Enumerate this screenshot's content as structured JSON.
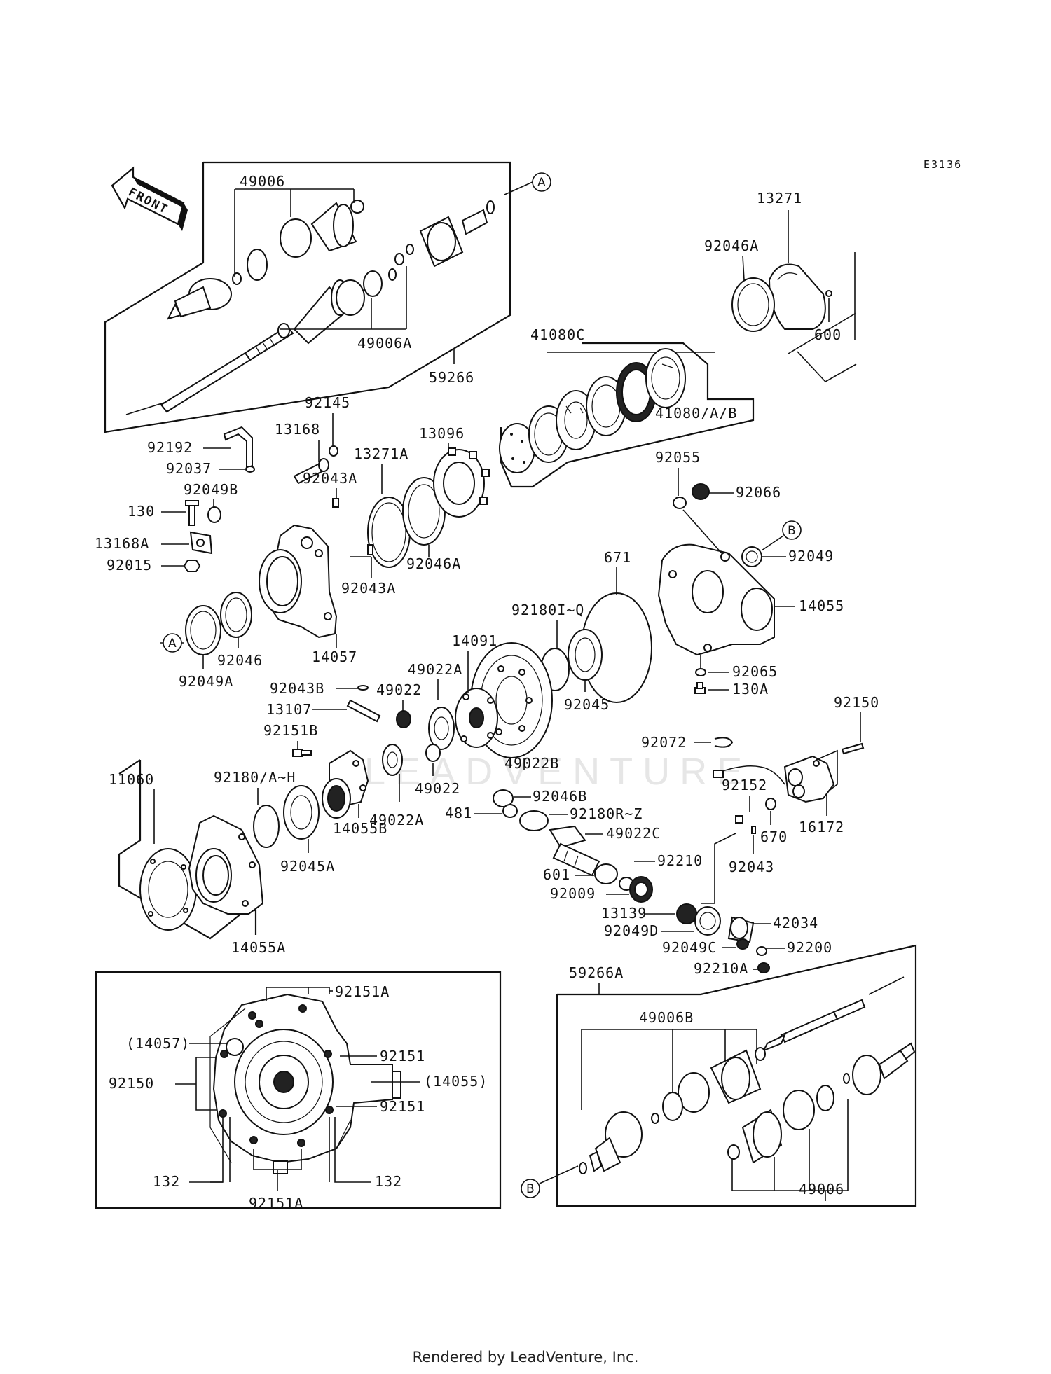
{
  "diagram_code": "E3136",
  "front_label": "FRONT",
  "watermark": "LEADVENTURE",
  "footer_text": "Rendered by LeadVenture, Inc.",
  "callouts": {
    "a": "A",
    "b": "B"
  },
  "parts": {
    "p49006_top": "49006",
    "p49006a": "49006A",
    "p59266": "59266",
    "p13271": "13271",
    "p92046a_top": "92046A",
    "p600": "600",
    "p41080c": "41080C",
    "p41080ab": "41080/A/B",
    "p92145": "92145",
    "p13096": "13096",
    "p92192": "92192",
    "p13168": "13168",
    "p13271a": "13271A",
    "p92037": "92037",
    "p92049b": "92049B",
    "p92043a_1": "92043A",
    "p130": "130",
    "p13168a": "13168A",
    "p92015": "92015",
    "p92046a_mid": "92046A",
    "p92043a_2": "92043A",
    "p92055": "92055",
    "p92066": "92066",
    "p92049": "92049",
    "p671": "671",
    "p14055": "14055",
    "p92046": "92046",
    "p92049a": "92049A",
    "p14057": "14057",
    "p92180iq": "92180I~Q",
    "p14091": "14091",
    "p92045": "92045",
    "p92065": "92065",
    "p130a": "130A",
    "p92043b": "92043B",
    "p49022a_top": "49022A",
    "p13107": "13107",
    "p49022_top": "49022",
    "p92151b": "92151B",
    "p49022b": "49022B",
    "p92150_r": "92150",
    "p92072": "92072",
    "p11060": "11060",
    "p92180ah": "92180/A~H",
    "p49022_bot": "49022",
    "p92046b": "92046B",
    "p49022a_bot": "49022A",
    "p481": "481",
    "p92180rz": "92180R~Z",
    "p92152": "92152",
    "p14055b": "14055B",
    "p49022c": "49022C",
    "p670": "670",
    "p16172": "16172",
    "p92045a": "92045A",
    "p601": "601",
    "p92210": "92210",
    "p92043": "92043",
    "p92009": "92009",
    "p13139": "13139",
    "p14055a": "14055A",
    "p92049d": "92049D",
    "p42034": "42034",
    "p92049c": "92049C",
    "p92200": "92200",
    "p59266a": "59266A",
    "p92210a": "92210A",
    "p92151a_top": "92151A",
    "p14057_paren": "(14057)",
    "p92151_1": "92151",
    "p92150_inset": "92150",
    "p14055_paren": "(14055)",
    "p92151_2": "92151",
    "p132_l": "132",
    "p132_r": "132",
    "p92151a_bot": "92151A",
    "p49006b": "49006B",
    "p49006_bot": "49006"
  }
}
